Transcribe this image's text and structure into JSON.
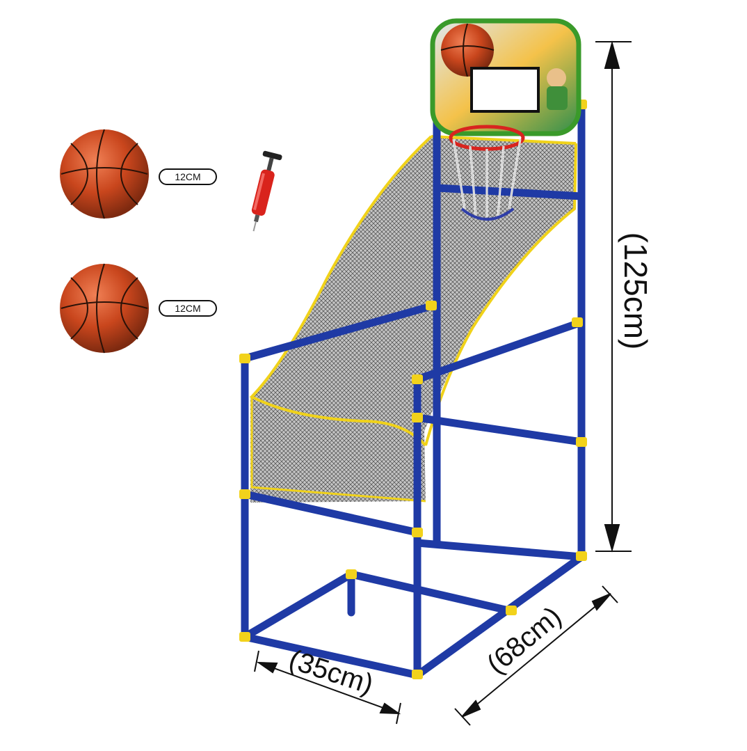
{
  "accessories": {
    "ball_1_size": "12CM",
    "ball_2_size": "12CM"
  },
  "dimensions": {
    "height": "(125cm)",
    "depth": "(35cm)",
    "width": "(68cm)"
  },
  "colors": {
    "frame": "#1f3aa5",
    "connector": "#f2d21b",
    "net_trim": "#f0d21a",
    "ball": "#c9461d",
    "hoop": "#d8241f",
    "backboard_rim": "#3a9a2a"
  },
  "icons": [
    "basketball-icon",
    "hand-pump-icon",
    "dimension-arrow-icon"
  ]
}
